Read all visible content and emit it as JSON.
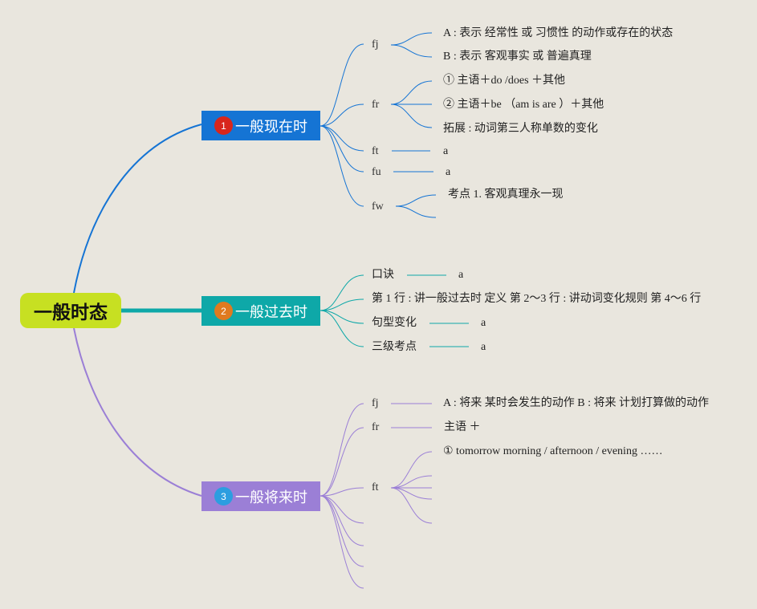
{
  "central": {
    "label": "一般时态"
  },
  "branches": [
    {
      "num": "1",
      "label": "一般现在时",
      "color": "#1574d4",
      "num_color": "#d8261c",
      "subs": [
        {
          "label": "fj",
          "leaves": [
            "A : 表示 经常性 或 习惯性 的动作或存在的状态",
            "B : 表示 客观事实 或 普遍真理"
          ]
        },
        {
          "label": "fr",
          "leaves": [
            "① 主语＋do /does ＋其他",
            "② 主语＋be （am is are ）＋其他",
            "拓展 : 动词第三人称单数的变化"
          ]
        },
        {
          "label": "ft",
          "leaves": [
            "a"
          ]
        },
        {
          "label": "fu",
          "leaves": [
            "a"
          ]
        },
        {
          "label": "fw",
          "leaves": [
            "考点 1. 客观真理永一现"
          ]
        }
      ]
    },
    {
      "num": "2",
      "label": "一般过去时",
      "color": "#0ea8a8",
      "num_color": "#e07a1f",
      "subs": [
        {
          "label": "口诀",
          "leaves": [
            "a"
          ]
        },
        {
          "label": "第 1 行 : 讲一般过去时 定义 第 2～3 行 : 讲动词变化规则 第 4～6 行",
          "leaves": []
        },
        {
          "label": "句型变化",
          "leaves": [
            "a"
          ]
        },
        {
          "label": "三级考点",
          "leaves": [
            "a"
          ]
        }
      ]
    },
    {
      "num": "3",
      "label": "一般将来时",
      "color": "#9b7fd6",
      "num_color": "#2c9ee0",
      "subs": [
        {
          "label": "fj",
          "leaves": [
            "A : 将来 某时会发生的动作 B : 将来 计划打算做的动作"
          ]
        },
        {
          "label": "fr",
          "leaves": [
            "主语 ＋"
          ]
        },
        {
          "label": "ft",
          "leaves": [
            "① tomorrow morning / afternoon / evening ……"
          ]
        }
      ]
    }
  ]
}
